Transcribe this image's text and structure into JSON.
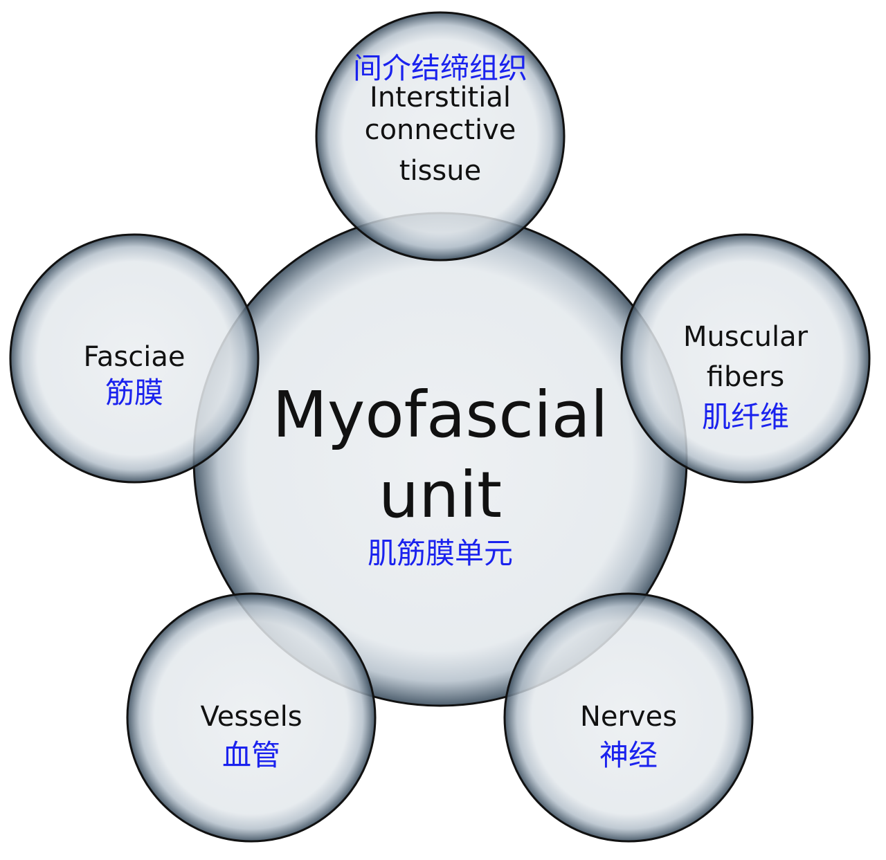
{
  "colors": {
    "english_text": "#111111",
    "chinese_text": "#1a22ee",
    "bubble_center": "#eceff2",
    "bubble_edge": "#3a4d5e"
  },
  "center": {
    "en_line1": "Myofascial",
    "en_line2": "unit",
    "zh": "肌筋膜单元"
  },
  "top": {
    "zh": "间介结缔组织",
    "en_line1": "Interstitial",
    "en_line2": "connective",
    "en_line3": "tissue"
  },
  "left": {
    "en": "Fasciae",
    "zh": "筋膜"
  },
  "right": {
    "en_line1": "Muscular",
    "en_line2": "fibers",
    "zh": "肌纤维"
  },
  "bottom_left": {
    "en": "Vessels",
    "zh": "血管"
  },
  "bottom_right": {
    "en": "Nerves",
    "zh": "神经"
  }
}
